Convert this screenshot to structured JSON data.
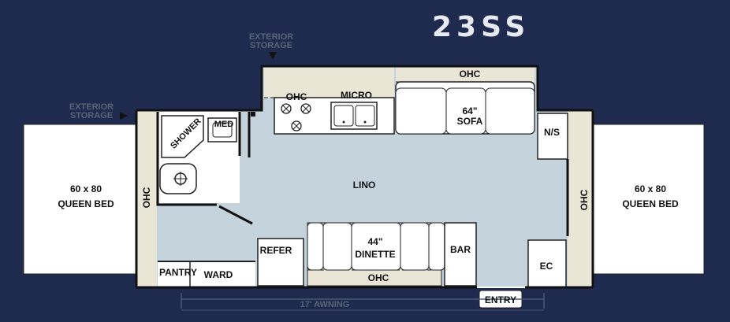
{
  "model": "23SS",
  "labels": {
    "exterior_storage_top": [
      "EXTERIOR",
      "STORAGE"
    ],
    "exterior_storage_left": [
      "EXTERIOR",
      "STORAGE"
    ],
    "ohc_kitchen": "OHC",
    "micro": "MICRO",
    "ohc_sofa": "OHC",
    "sofa": [
      "64\"",
      "SOFA"
    ],
    "shower": "SHOWER",
    "med": "MED",
    "ns": "N/S",
    "lino": "LINO",
    "left_bed": [
      "60 x 80",
      "QUEEN BED"
    ],
    "right_bed": [
      "60 x 80",
      "QUEEN BED"
    ],
    "ohc_left": "OHC",
    "ohc_right": "OHC",
    "dinette": [
      "44\"",
      "DINETTE"
    ],
    "bar": "BAR",
    "refer": "REFER",
    "pantry": "PANTRY",
    "ward": "WARD",
    "ohc_dinette": "OHC",
    "ec": "EC",
    "awning": "17' AWNING",
    "entry": "ENTRY"
  },
  "colors": {
    "background": "#1e2b4f",
    "floor": "#c5d3dd",
    "cabinet": "#e9e6d6",
    "wall": "#1a1a1a",
    "bed": "#ffffff"
  }
}
